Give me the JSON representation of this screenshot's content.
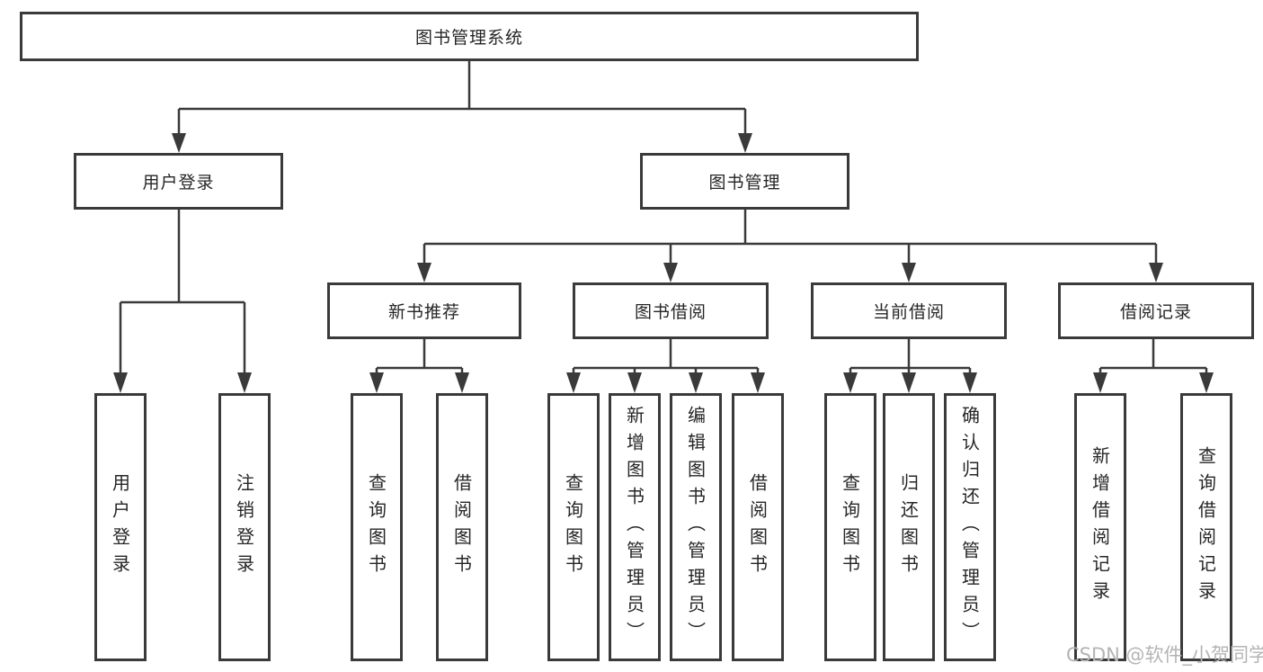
{
  "diagram": {
    "tree": {
      "root": {
        "label": "图书管理系统",
        "children": [
          {
            "label": "用户登录",
            "children": [
              {
                "label": "用户登录"
              },
              {
                "label": "注销登录"
              }
            ]
          },
          {
            "label": "图书管理",
            "children": [
              {
                "label": "新书推荐",
                "children": [
                  {
                    "label": "查询图书"
                  },
                  {
                    "label": "借阅图书"
                  }
                ]
              },
              {
                "label": "图书借阅",
                "children": [
                  {
                    "label": "查询图书"
                  },
                  {
                    "label": "新增图书（管理员）"
                  },
                  {
                    "label": "编辑图书（管理员）"
                  },
                  {
                    "label": "借阅图书"
                  }
                ]
              },
              {
                "label": "当前借阅",
                "children": [
                  {
                    "label": "查询图书"
                  },
                  {
                    "label": "归还图书"
                  },
                  {
                    "label": "确认归还（管理员）"
                  }
                ]
              },
              {
                "label": "借阅记录",
                "children": [
                  {
                    "label": "新增借阅记录"
                  },
                  {
                    "label": "查询借阅记录"
                  }
                ]
              }
            ]
          }
        ]
      }
    },
    "colors": {
      "line": "#3a3a3a",
      "text": "#262626",
      "box_background": "#ffffff",
      "watermark": "#b4b4b4"
    }
  },
  "watermark": {
    "text": "CSDN @软件_小贺同学"
  }
}
